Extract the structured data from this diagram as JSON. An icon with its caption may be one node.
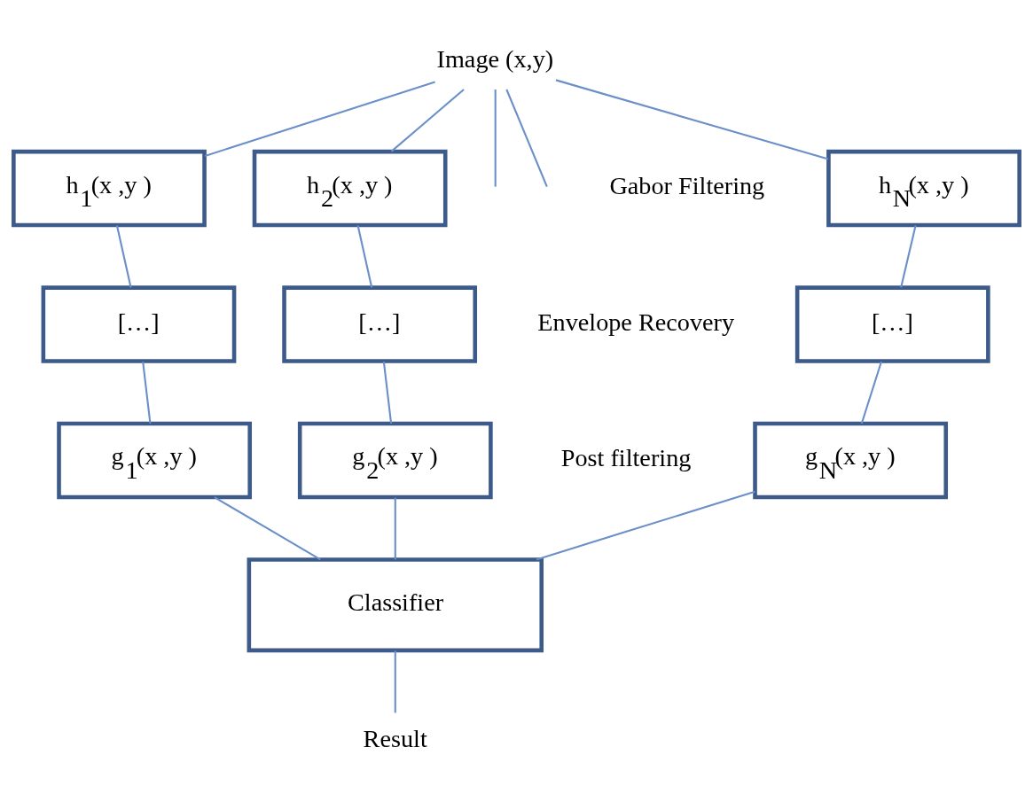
{
  "diagram": {
    "nodes": [
      {
        "text": [
          "Image (x,y)"
        ]
      },
      {
        "text": [
          "h$_{1}$(x ,y )"
        ]
      },
      {
        "text": [
          "h$_{2}$(x ,y )"
        ]
      },
      {
        "text": [
          "h$_{N}$(x ,y )"
        ]
      },
      {
        "text": [
          "[…]"
        ]
      },
      {
        "text": [
          "[…]"
        ]
      },
      {
        "text": [
          "[…]"
        ]
      },
      {
        "text": [
          "g$_{1}$(x ,y )"
        ]
      },
      {
        "text": [
          "g$_{2}$(x ,y )"
        ]
      },
      {
        "text": [
          "g$_{N}$(x ,y )"
        ]
      },
      {
        "text": [
          "Classifier"
        ]
      },
      {
        "text": [
          "Result"
        ]
      }
    ],
    "edges": [
      {
        "from": 0,
        "to": 1,
        "arrow": "none"
      },
      {
        "from": 0,
        "to": 2,
        "arrow": "none"
      },
      {
        "from": 0,
        "to": null,
        "arrow": "none"
      },
      {
        "from": 0,
        "to": null,
        "arrow": "none"
      },
      {
        "from": 0,
        "to": 3,
        "arrow": "none"
      },
      {
        "from": 1,
        "to": 4,
        "arrow": "none"
      },
      {
        "from": 2,
        "to": 5,
        "arrow": "none"
      },
      {
        "from": 3,
        "to": 6,
        "arrow": "none"
      },
      {
        "from": 4,
        "to": 7,
        "arrow": "none"
      },
      {
        "from": 5,
        "to": 8,
        "arrow": "none"
      },
      {
        "from": 6,
        "to": 9,
        "arrow": "none"
      },
      {
        "from": 7,
        "to": 10,
        "arrow": "none"
      },
      {
        "from": 8,
        "to": 10,
        "arrow": "none"
      },
      {
        "from": 9,
        "to": 10,
        "arrow": "none"
      },
      {
        "from": 10,
        "to": 11,
        "arrow": "none"
      }
    ],
    "labels": [
      "Gabor Filtering",
      "Envelope Recovery",
      "Post filtering"
    ]
  }
}
